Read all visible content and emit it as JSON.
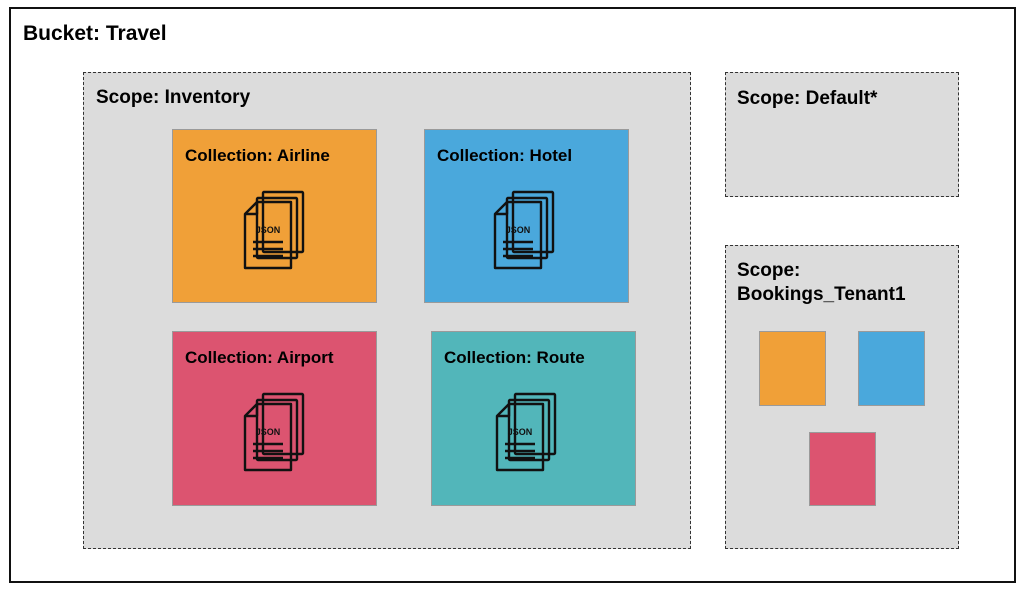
{
  "bucket": {
    "title": "Bucket: Travel"
  },
  "scopes": {
    "inventory": {
      "title": "Scope: Inventory",
      "collections": [
        {
          "label": "Collection: Airline",
          "color": "#f0a038",
          "icon": "json-documents-icon",
          "icon_text": "JSON"
        },
        {
          "label": "Collection: Hotel",
          "color": "#4aa8dc",
          "icon": "json-documents-icon",
          "icon_text": "JSON"
        },
        {
          "label": "Collection: Airport",
          "color": "#dc5470",
          "icon": "json-documents-icon",
          "icon_text": "JSON"
        },
        {
          "label": "Collection: Route",
          "color": "#52b6ba",
          "icon": "json-documents-icon",
          "icon_text": "JSON"
        }
      ]
    },
    "default": {
      "title": "Scope: Default*"
    },
    "bookings": {
      "title_line1": "Scope:",
      "title_line2": "Bookings_Tenant1",
      "squares": [
        {
          "color": "#f0a038"
        },
        {
          "color": "#4aa8dc"
        },
        {
          "color": "#dc5470"
        }
      ]
    }
  }
}
